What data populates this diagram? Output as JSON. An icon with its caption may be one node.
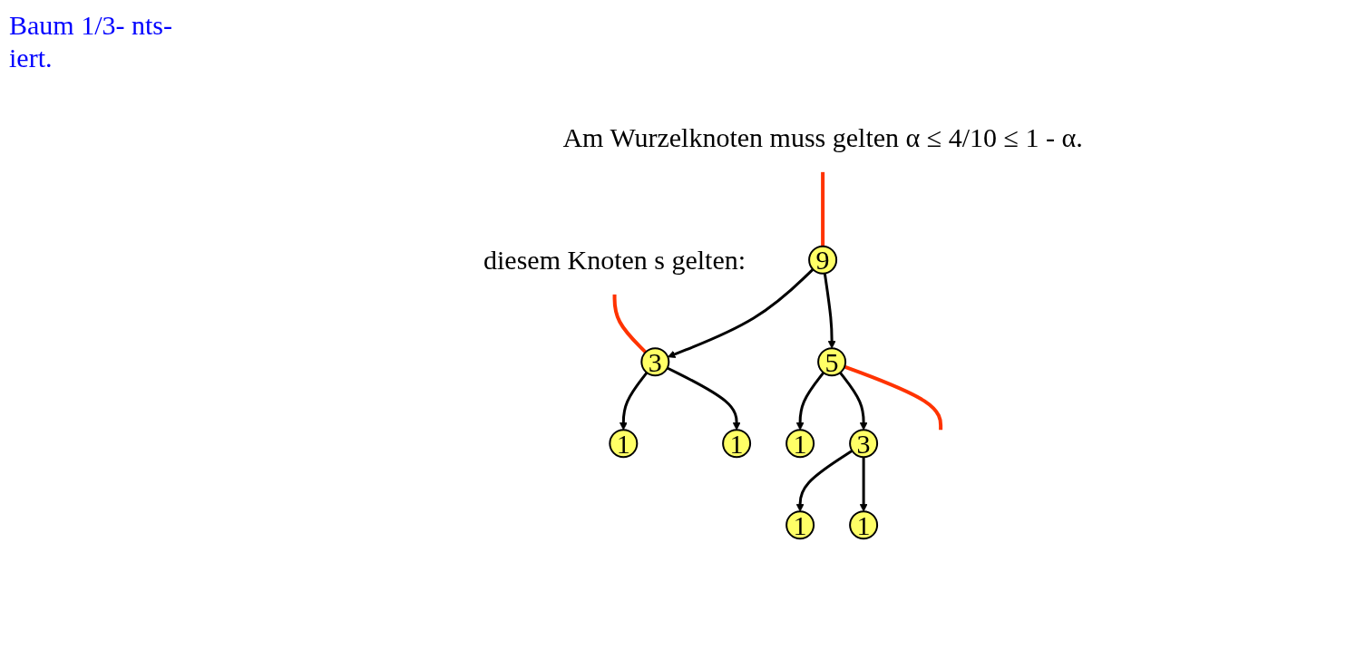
{
  "diagram": {
    "nodes": [
      {
        "text": [
          "9"
        ]
      },
      {
        "text": [
          "Am Wurzelknoten muss gelten α ≤ 4/10 ≤ 1 - α."
        ]
      },
      {
        "text": [
          "3"
        ]
      },
      {
        "text": [
          "5"
        ]
      },
      {
        "text": [
          "1"
        ]
      },
      {
        "text": [
          "1"
        ]
      },
      {
        "text": [
          "1"
        ]
      },
      {
        "text": [
          "3"
        ]
      },
      {
        "text": [
          "1"
        ]
      },
      {
        "text": [
          "1"
        ]
      },
      {
        "text": [
          "diesem Knoten s gelten:"
        ]
      }
    ],
    "edges": [
      {
        "from": 1,
        "to": 0,
        "arrow": "none",
        "color": "#ff3300"
      },
      {
        "from": 0,
        "to": 2,
        "arrow": "to"
      },
      {
        "from": 0,
        "to": 3,
        "arrow": "to"
      },
      {
        "from": 2,
        "to": 4,
        "arrow": "to"
      },
      {
        "from": 2,
        "to": 5,
        "arrow": "to"
      },
      {
        "from": 3,
        "to": 6,
        "arrow": "to"
      },
      {
        "from": 3,
        "to": 7,
        "arrow": "to"
      },
      {
        "from": 7,
        "to": 8,
        "arrow": "to"
      },
      {
        "from": 7,
        "to": 9,
        "arrow": "to"
      },
      {
        "from": 10,
        "to": 2,
        "arrow": "none",
        "color": "#ff3300"
      },
      {
        "from": 3,
        "to": null,
        "arrow": "none",
        "color": "#ff3300"
      }
    ],
    "labels": [
      "Baum 1/3- nts- iert."
    ]
  }
}
